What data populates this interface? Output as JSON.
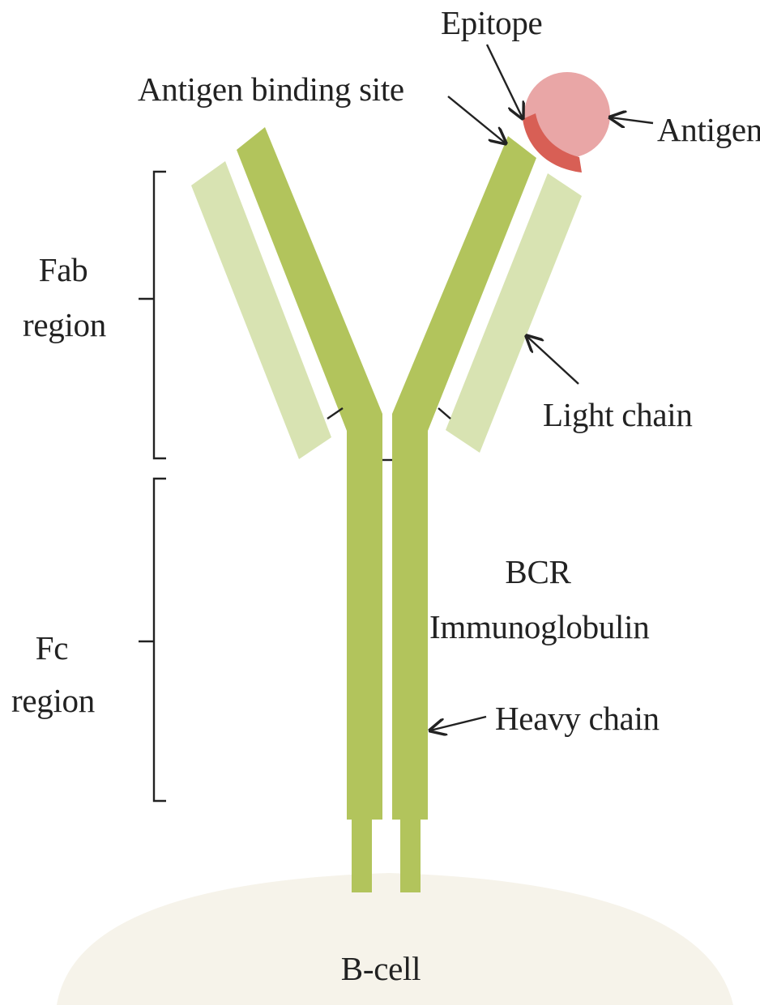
{
  "colors": {
    "heavy_chain": "#b2c45c",
    "light_chain": "#d8e3b2",
    "antigen": "#e9a6a6",
    "epitope": "#d85f55",
    "b_cell": "#f6f3ea",
    "line": "#222222"
  },
  "labels": {
    "epitope": "Epitope",
    "antigen_binding_site": "Antigen binding site",
    "antigen": "Antigen",
    "fab_region_line1": "Fab",
    "fab_region_line2": "region",
    "light_chain": "Light chain",
    "bcr_line1": "BCR",
    "bcr_line2": "Immunoglobulin",
    "fc_region_line1": "Fc",
    "fc_region_line2": "region",
    "heavy_chain": "Heavy chain",
    "b_cell": "B-cell"
  }
}
